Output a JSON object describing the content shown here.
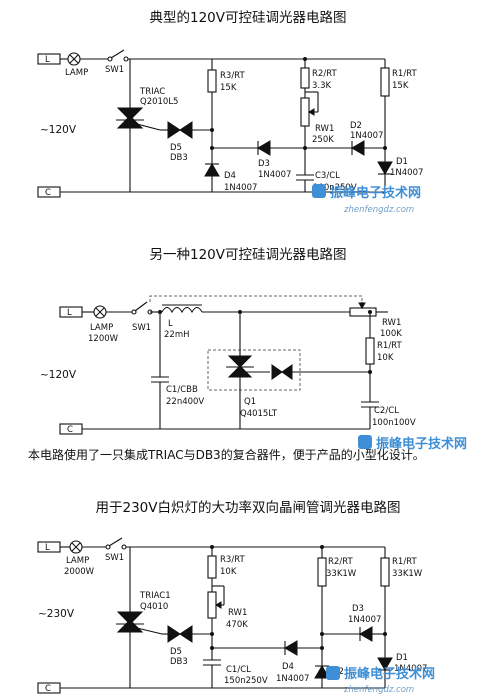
{
  "colors": {
    "watermark": "#3e8fd6",
    "line": "#111111",
    "dashed_box": "#666666"
  },
  "watermark": {
    "cn": "振峰电子技术网",
    "url": "zhenfengdz.com"
  },
  "diagram1": {
    "title": "典型的120V可控硅调光器电路图",
    "lamp": "LAMP",
    "sw": "SW1",
    "triac": "TRIAC",
    "triac_part": "Q2010L5",
    "d5": "D5",
    "d5_part": "DB3",
    "r3": "R3/RT",
    "r3_val": "15K",
    "r2": "R2/RT",
    "r2_val": "3.3K",
    "rw1": "RW1",
    "rw1_val": "250K",
    "r1": "R1/RT",
    "r1_val": "15K",
    "d2": "D2",
    "d2_part": "1N4007",
    "d3": "D3",
    "d3_part": "1N4007",
    "d4": "D4",
    "d4_part": "1N4007",
    "d1": "D1",
    "d1_part": "1N4007",
    "c3": "C3/CL",
    "c3_val": "100n250V",
    "voltage": "~120V",
    "term_l": "L",
    "term_c": "C"
  },
  "diagram2": {
    "title": "另一种120V可控硅调光器电路图",
    "lamp": "LAMP",
    "lamp_w": "1200W",
    "sw": "SW1",
    "l": "L",
    "l_val": "22mH",
    "rw1": "RW1",
    "rw1_val": "100K",
    "r1": "R1/RT",
    "r1_val": "10K",
    "c1": "C1/CBB",
    "c1_val": "22n400V",
    "q1": "Q1",
    "q1_part": "Q4015LT",
    "c2": "C2/CL",
    "c2_val": "100n100V",
    "voltage": "~120V",
    "term_l": "L",
    "term_c": "C",
    "note": "本电路使用了一只集成TRIAC与DB3的复合器件，便于产品的小型化设计。"
  },
  "diagram3": {
    "title": "用于230V白炽灯的大功率双向晶闸管调光器电路图",
    "lamp": "LAMP",
    "lamp_w": "2000W",
    "sw": "SW1",
    "triac": "TRIAC1",
    "triac_part": "Q4010",
    "d5": "D5",
    "d5_part": "DB3",
    "r3": "R3/RT",
    "r3_val": "10K",
    "rw1": "RW1",
    "rw1_val": "470K",
    "r2": "R2/RT",
    "r2_val": "33K1W",
    "r1": "R1/RT",
    "r1_val": "33K1W",
    "d3": "D3",
    "d3_part": "1N4007",
    "d1": "D1",
    "d1_part": "1N4007",
    "d4": "D4",
    "d4_part": "1N4007",
    "d2": "D2",
    "c1": "C1/CL",
    "c1_val": "150n250V",
    "voltage": "~230V",
    "term_l": "L",
    "term_c": "C"
  }
}
